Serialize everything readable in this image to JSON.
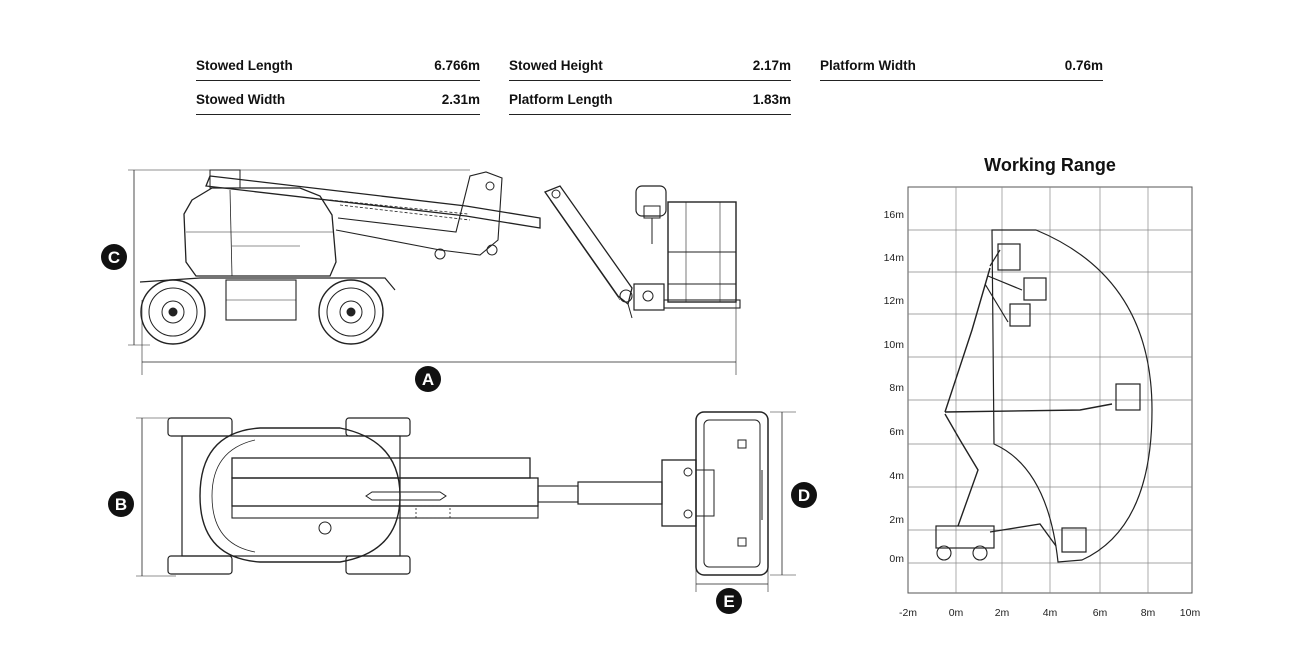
{
  "specs": {
    "stowed_length": {
      "label": "Stowed Length",
      "value": "6.766m"
    },
    "stowed_height": {
      "label": "Stowed Height",
      "value": "2.17m"
    },
    "platform_width": {
      "label": "Platform Width",
      "value": "0.76m"
    },
    "stowed_width": {
      "label": "Stowed Width",
      "value": "2.31m"
    },
    "platform_length": {
      "label": "Platform Length",
      "value": "1.83m"
    }
  },
  "markers": {
    "a": "A",
    "b": "B",
    "c": "C",
    "d": "D",
    "e": "E"
  },
  "working_range": {
    "title": "Working Range",
    "x_ticks": [
      "-2m",
      "0m",
      "2m",
      "4m",
      "6m",
      "8m",
      "10m"
    ],
    "y_ticks": [
      "16m",
      "14m",
      "12m",
      "10m",
      "8m",
      "6m",
      "4m",
      "2m",
      "0m"
    ]
  },
  "colors": {
    "line": "#222222",
    "marker": "#111111"
  }
}
